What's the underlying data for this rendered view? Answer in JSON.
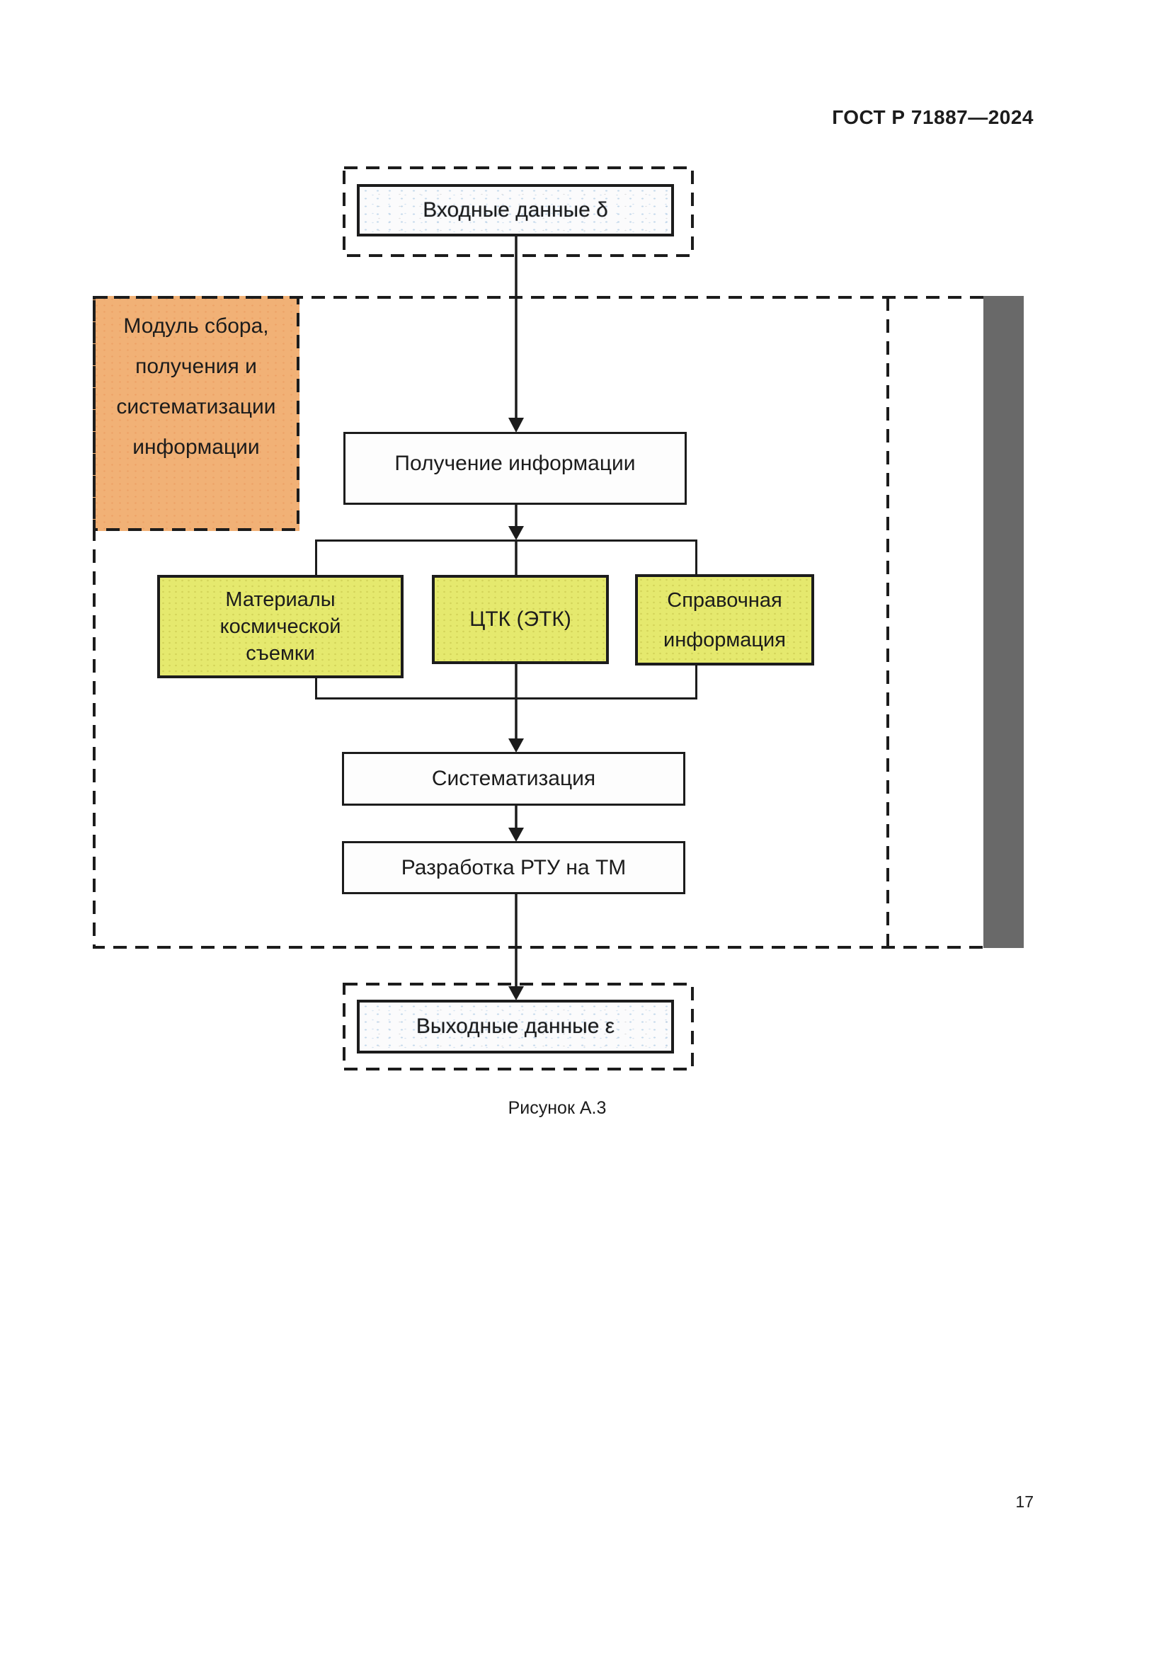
{
  "document": {
    "header": "ГОСТ Р 71887—2024",
    "figure_caption": "Рисунок А.3",
    "page_number": "17"
  },
  "flowchart": {
    "input_node": "Входные данные δ",
    "module_box": {
      "lines": [
        "Модуль сбора,",
        "получения и",
        "систематизации",
        "информации"
      ]
    },
    "process_nodes": {
      "receive": "Получение информации",
      "systematization": "Систематизация",
      "develop": "Разработка РТУ на ТМ"
    },
    "source_nodes": {
      "space_materials": {
        "lines": [
          "Материалы",
          "космической",
          "съемки"
        ]
      },
      "ctk": "ЦТК (ЭТК)",
      "reference": {
        "lines": [
          "Справочная",
          "информация"
        ]
      }
    },
    "output_node": "Выходные данные ε"
  },
  "colors": {
    "ink": "#1c1c1c",
    "module_fill": "#f1b176",
    "source_fill": "#e5e96e",
    "sidebar_fill": "#696969"
  }
}
